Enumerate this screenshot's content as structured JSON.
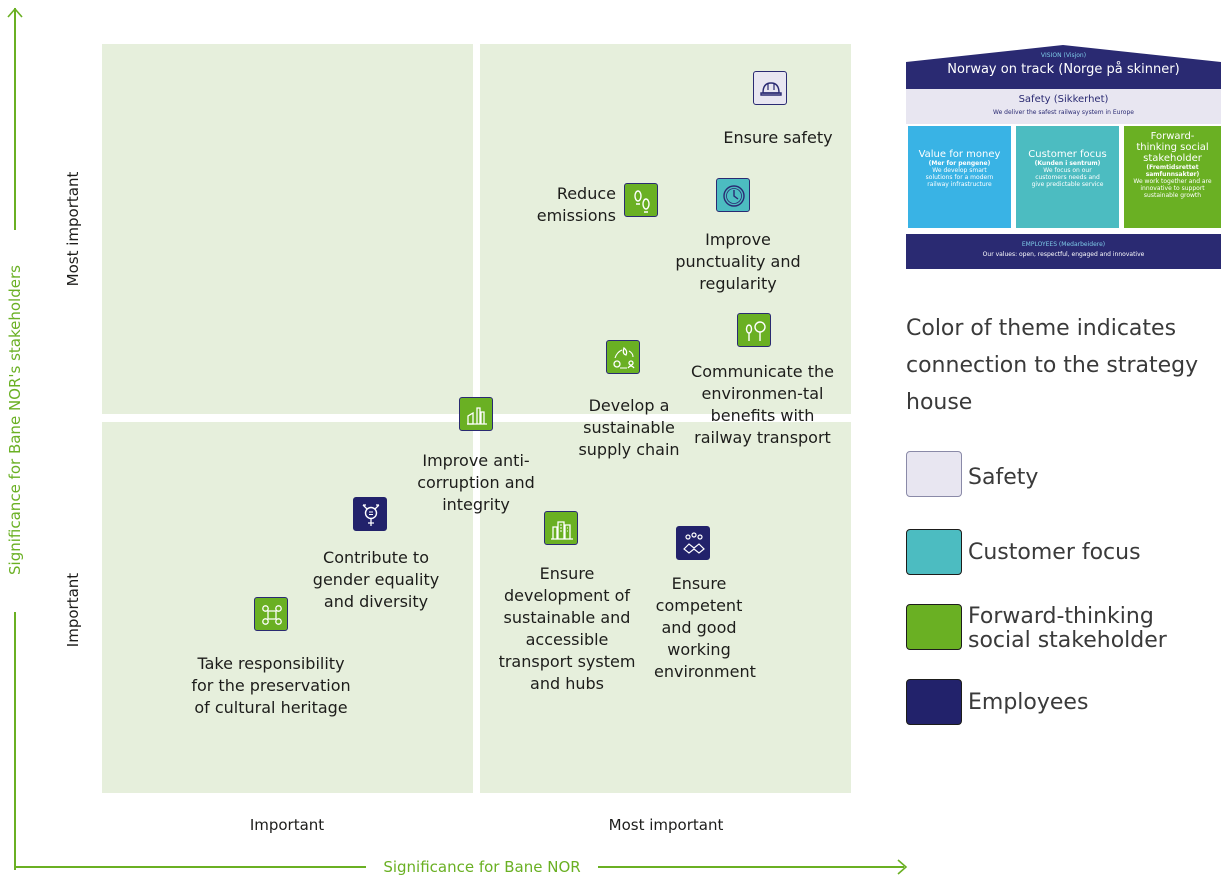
{
  "axes": {
    "x_title": "Significance for Bane NOR",
    "y_title": "Significance for Bane NOR's stakeholders",
    "x_ticks": [
      "Important",
      "Most important"
    ],
    "y_ticks": [
      "Most important",
      "Important"
    ]
  },
  "themes": [
    {
      "label": "Ensure safety",
      "theme": "safety",
      "icon": "helmet-icon"
    },
    {
      "label": "Reduce emissions",
      "theme": "forward",
      "icon": "footprints-icon"
    },
    {
      "label": "Improve punctuality and regularity",
      "theme": "customer",
      "icon": "clock-icon"
    },
    {
      "label": "Communicate the environmen-tal benefits with railway transport",
      "theme": "forward",
      "icon": "trees-icon"
    },
    {
      "label": "Develop a sustainable supply chain",
      "theme": "forward",
      "icon": "cycle-icon"
    },
    {
      "label": "Improve anti-corruption and integrity",
      "theme": "forward",
      "icon": "factory-icon"
    },
    {
      "label": "Contribute to gender equality and diversity",
      "theme": "employees",
      "icon": "gender-icon"
    },
    {
      "label": "Ensure development of sustainable and accessible transport system and hubs",
      "theme": "forward",
      "icon": "buildings-icon"
    },
    {
      "label": "Ensure competent and good working environment",
      "theme": "employees",
      "icon": "handshake-icon"
    },
    {
      "label": "Take responsibility for the preservation of cultural heritage",
      "theme": "forward",
      "icon": "heritage-icon"
    }
  ],
  "house": {
    "vision_label": "VISION (Visjon)",
    "vision_title": "Norway on track (Norge på skinner)",
    "safety_title": "Safety (Sikkerhet)",
    "safety_sub": "We deliver the safest railway system in Europe",
    "pillars": [
      {
        "title": "Value for money",
        "sub": "(Mer for pengene)",
        "text": "We develop smart solutions for a modern railway infrastructure"
      },
      {
        "title": "Customer focus",
        "sub": "(Kunden i sentrum)",
        "text": "We focus on our customers needs and give predictable service"
      },
      {
        "title": "Forward-thinking social stakeholder",
        "sub": "(Fremtidsrettet samfunnsaktør)",
        "text": "We work together and are innovative to support sustainable growth"
      }
    ],
    "employees_title": "EMPLOYEES (Medarbeidere)",
    "employees_text": "Our values: open, respectful, engaged and innovative"
  },
  "legend": {
    "note": "Color of theme indicates connection to the strategy house",
    "items": [
      {
        "label": "Safety",
        "color": "#e8e6f1"
      },
      {
        "label": "Customer focus",
        "color": "#4cbcc1"
      },
      {
        "label": "Forward-thinking social stakeholder",
        "color": "#6ab023"
      },
      {
        "label": "Employees",
        "color": "#22226b"
      }
    ]
  },
  "colors": {
    "quadrant": "#e6efdc",
    "axis": "#6ab023",
    "safety": "#e8e6f1",
    "customer": "#4cbcc1",
    "forward": "#6ab023",
    "employees": "#22226b",
    "house_dark": "#2a2a72"
  }
}
